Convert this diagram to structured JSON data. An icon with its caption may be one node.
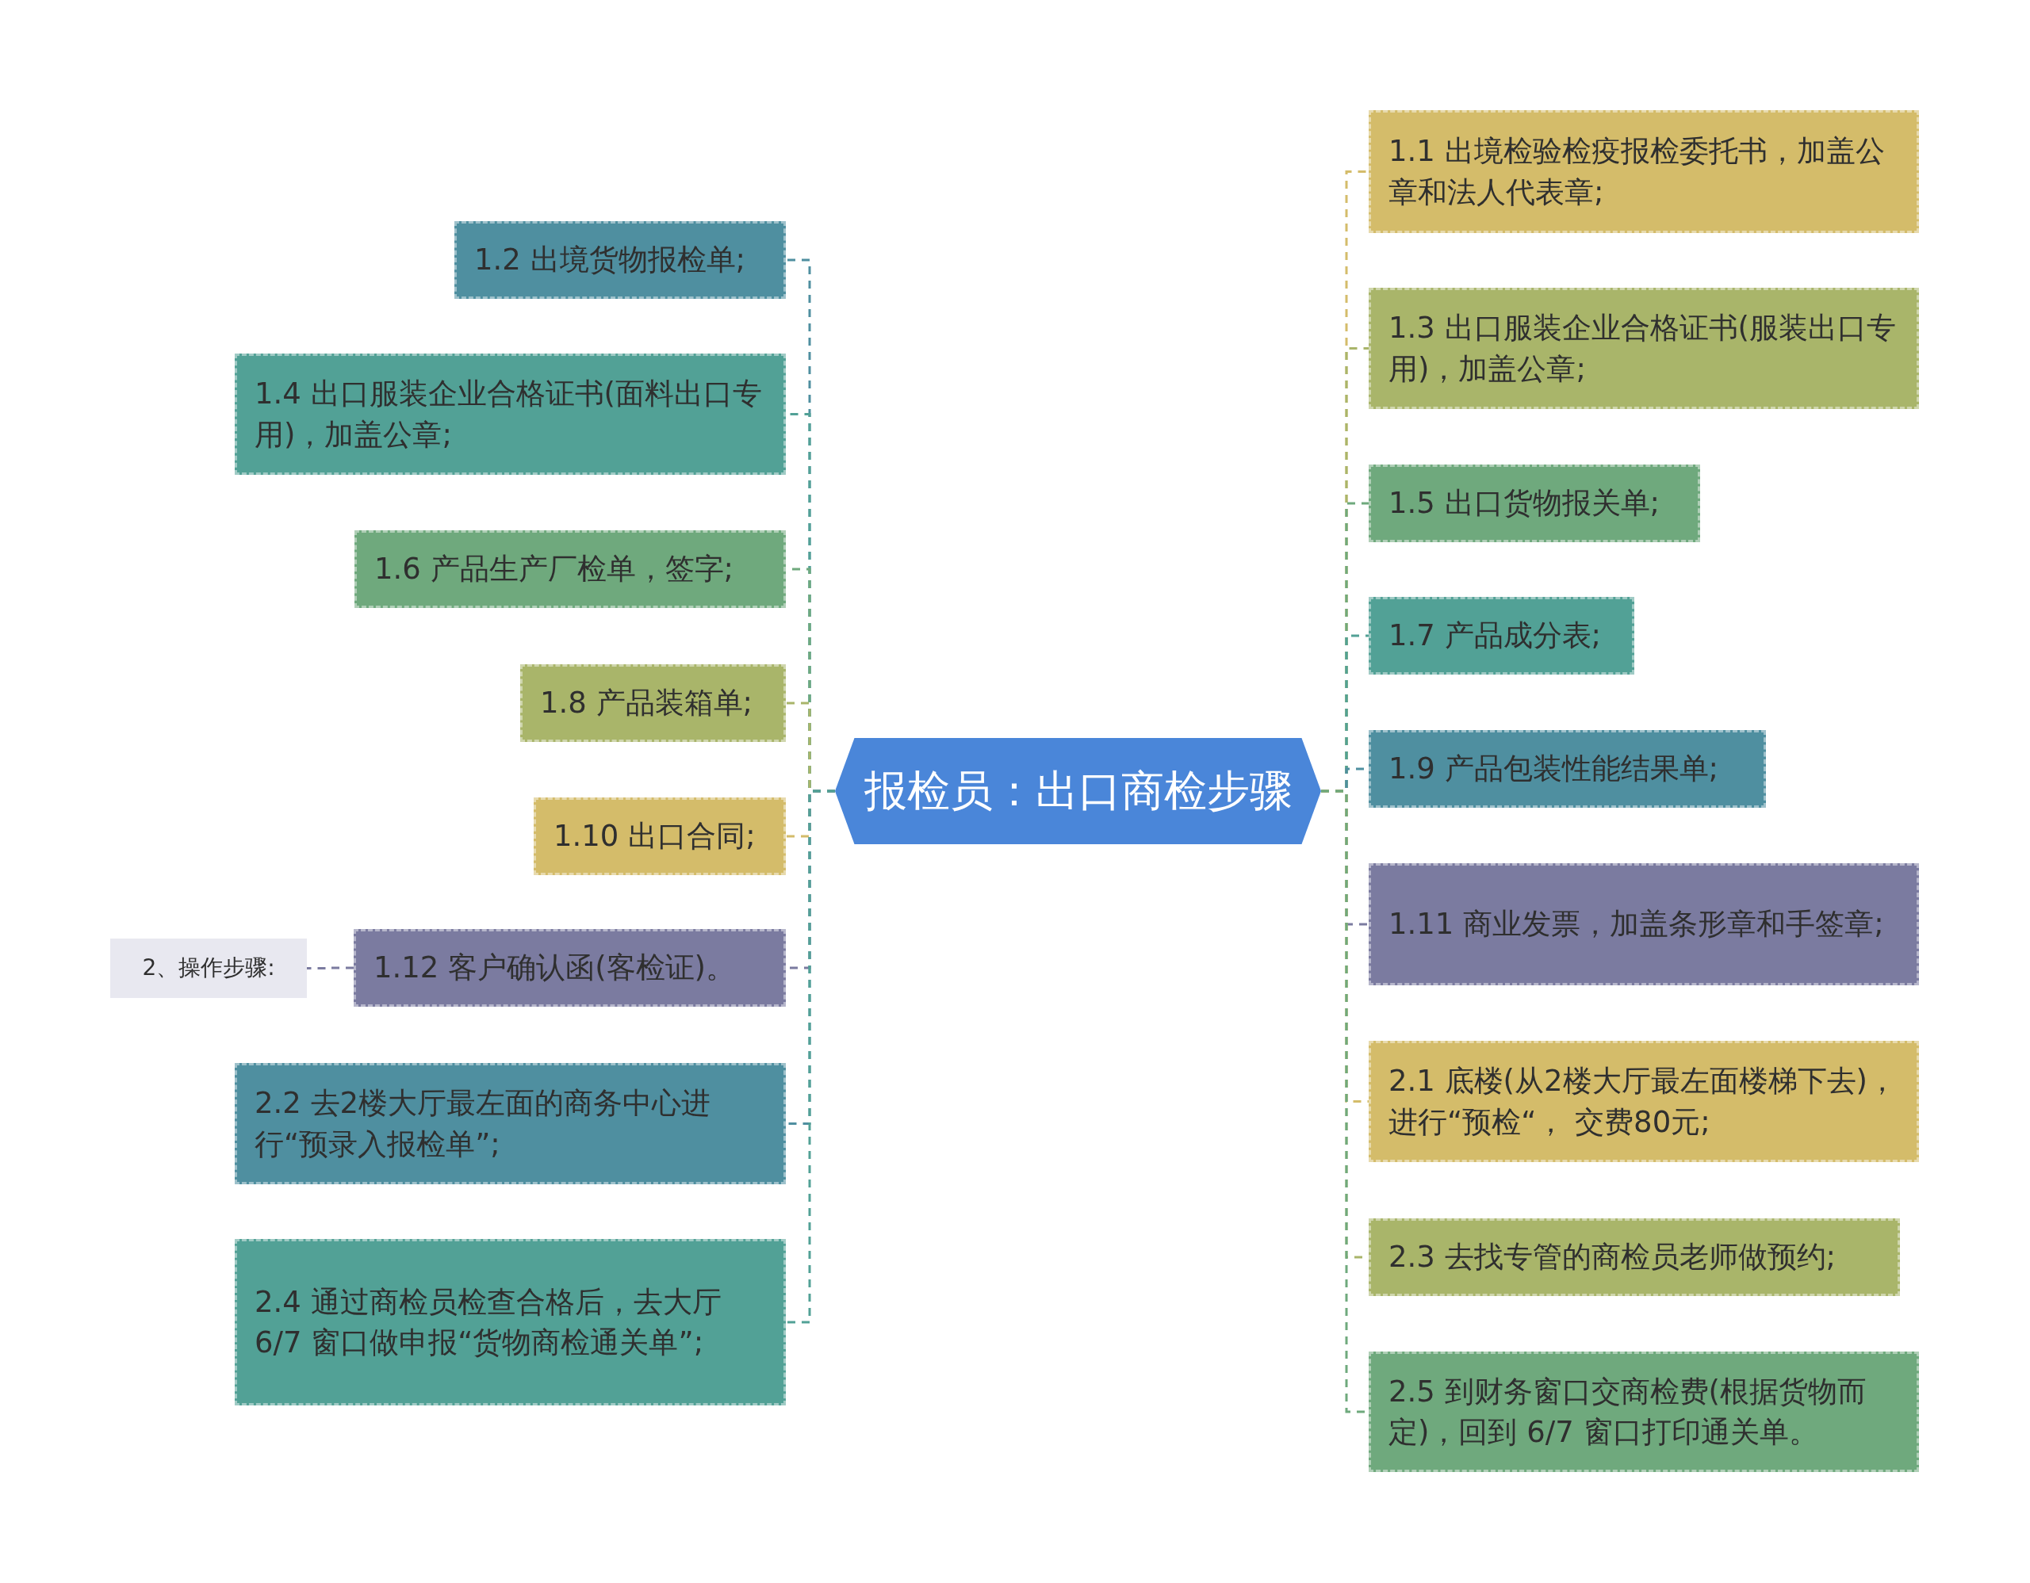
{
  "diagram": {
    "nodes": [
      {
        "text": [
          "报检员：出口商检步骤"
        ]
      },
      {
        "text": [
          "1.2 出境货物报检单;"
        ]
      },
      {
        "text": [
          "1.4 出口服装企业合格证书(面料出口专用)，加盖公章;"
        ]
      },
      {
        "text": [
          "1.6 产品生产厂检单，签字;"
        ]
      },
      {
        "text": [
          "1.8 产品装箱单;"
        ]
      },
      {
        "text": [
          "1.10 出口合同;"
        ]
      },
      {
        "text": [
          "1.12 客户确认函(客检证)。"
        ]
      },
      {
        "text": [
          "2.2 去2楼大厅最左面的商务中心进行“预录入报检单”;"
        ]
      },
      {
        "text": [
          "2.4 通过商检员检查合格后，去大厅 6/7 窗口做申报“货物商检通关单”;"
        ]
      },
      {
        "text": [
          "1.1 出境检验检疫报检委托书，加盖公章和法人代表章;"
        ]
      },
      {
        "text": [
          "1.3 出口服装企业合格证书(服装出口专用)，加盖公章;"
        ]
      },
      {
        "text": [
          "1.5 出口货物报关单;"
        ]
      },
      {
        "text": [
          "1.7 产品成分表;"
        ]
      },
      {
        "text": [
          "1.9 产品包装性能结果单;"
        ]
      },
      {
        "text": [
          "1.11 商业发票，加盖条形章和手签章;"
        ]
      },
      {
        "text": [
          "2.1 底楼(从2楼大厅最左面楼梯下去)，进行“预检“， 交费80元;"
        ]
      },
      {
        "text": [
          "2.3 去找专管的商检员老师做预约;"
        ]
      },
      {
        "text": [
          "2.5 到财务窗口交商检费(根据货物而定)，回到 6/7 窗口打印通关单。"
        ]
      },
      {
        "text": [
          "2、操作步骤:"
        ]
      }
    ],
    "edges": [
      {
        "from": 0,
        "to": 1,
        "arrow": "none",
        "style": "dashed",
        "color": "#4f8fa0"
      },
      {
        "from": 0,
        "to": 2,
        "arrow": "none",
        "style": "dashed",
        "color": "#52a196"
      },
      {
        "from": 0,
        "to": 3,
        "arrow": "none",
        "style": "dashed",
        "color": "#6fa97d"
      },
      {
        "from": 0,
        "to": 4,
        "arrow": "none",
        "style": "dashed",
        "color": "#a9b56a"
      },
      {
        "from": 0,
        "to": 5,
        "arrow": "none",
        "style": "dashed",
        "color": "#d4bc6a"
      },
      {
        "from": 0,
        "to": 6,
        "arrow": "none",
        "style": "dashed",
        "color": "#7b7ba0"
      },
      {
        "from": 0,
        "to": 7,
        "arrow": "none",
        "style": "dashed",
        "color": "#4f8fa0"
      },
      {
        "from": 0,
        "to": 8,
        "arrow": "none",
        "style": "dashed",
        "color": "#52a196"
      },
      {
        "from": 0,
        "to": 9,
        "arrow": "none",
        "style": "dashed",
        "color": "#d4bc6a"
      },
      {
        "from": 0,
        "to": 10,
        "arrow": "none",
        "style": "dashed",
        "color": "#a9b56a"
      },
      {
        "from": 0,
        "to": 11,
        "arrow": "none",
        "style": "dashed",
        "color": "#6fa97d"
      },
      {
        "from": 0,
        "to": 12,
        "arrow": "none",
        "style": "dashed",
        "color": "#52a196"
      },
      {
        "from": 0,
        "to": 13,
        "arrow": "none",
        "style": "dashed",
        "color": "#4f8fa0"
      },
      {
        "from": 0,
        "to": 14,
        "arrow": "none",
        "style": "dashed",
        "color": "#7b7ba0"
      },
      {
        "from": 0,
        "to": 15,
        "arrow": "none",
        "style": "dashed",
        "color": "#d4bc6a"
      },
      {
        "from": 0,
        "to": 16,
        "arrow": "none",
        "style": "dashed",
        "color": "#a9b56a"
      },
      {
        "from": 0,
        "to": 17,
        "arrow": "none",
        "style": "dashed",
        "color": "#6fa97d"
      },
      {
        "from": 6,
        "to": 18,
        "arrow": "none",
        "style": "dashed",
        "color": "#7b7ba0"
      }
    ]
  }
}
